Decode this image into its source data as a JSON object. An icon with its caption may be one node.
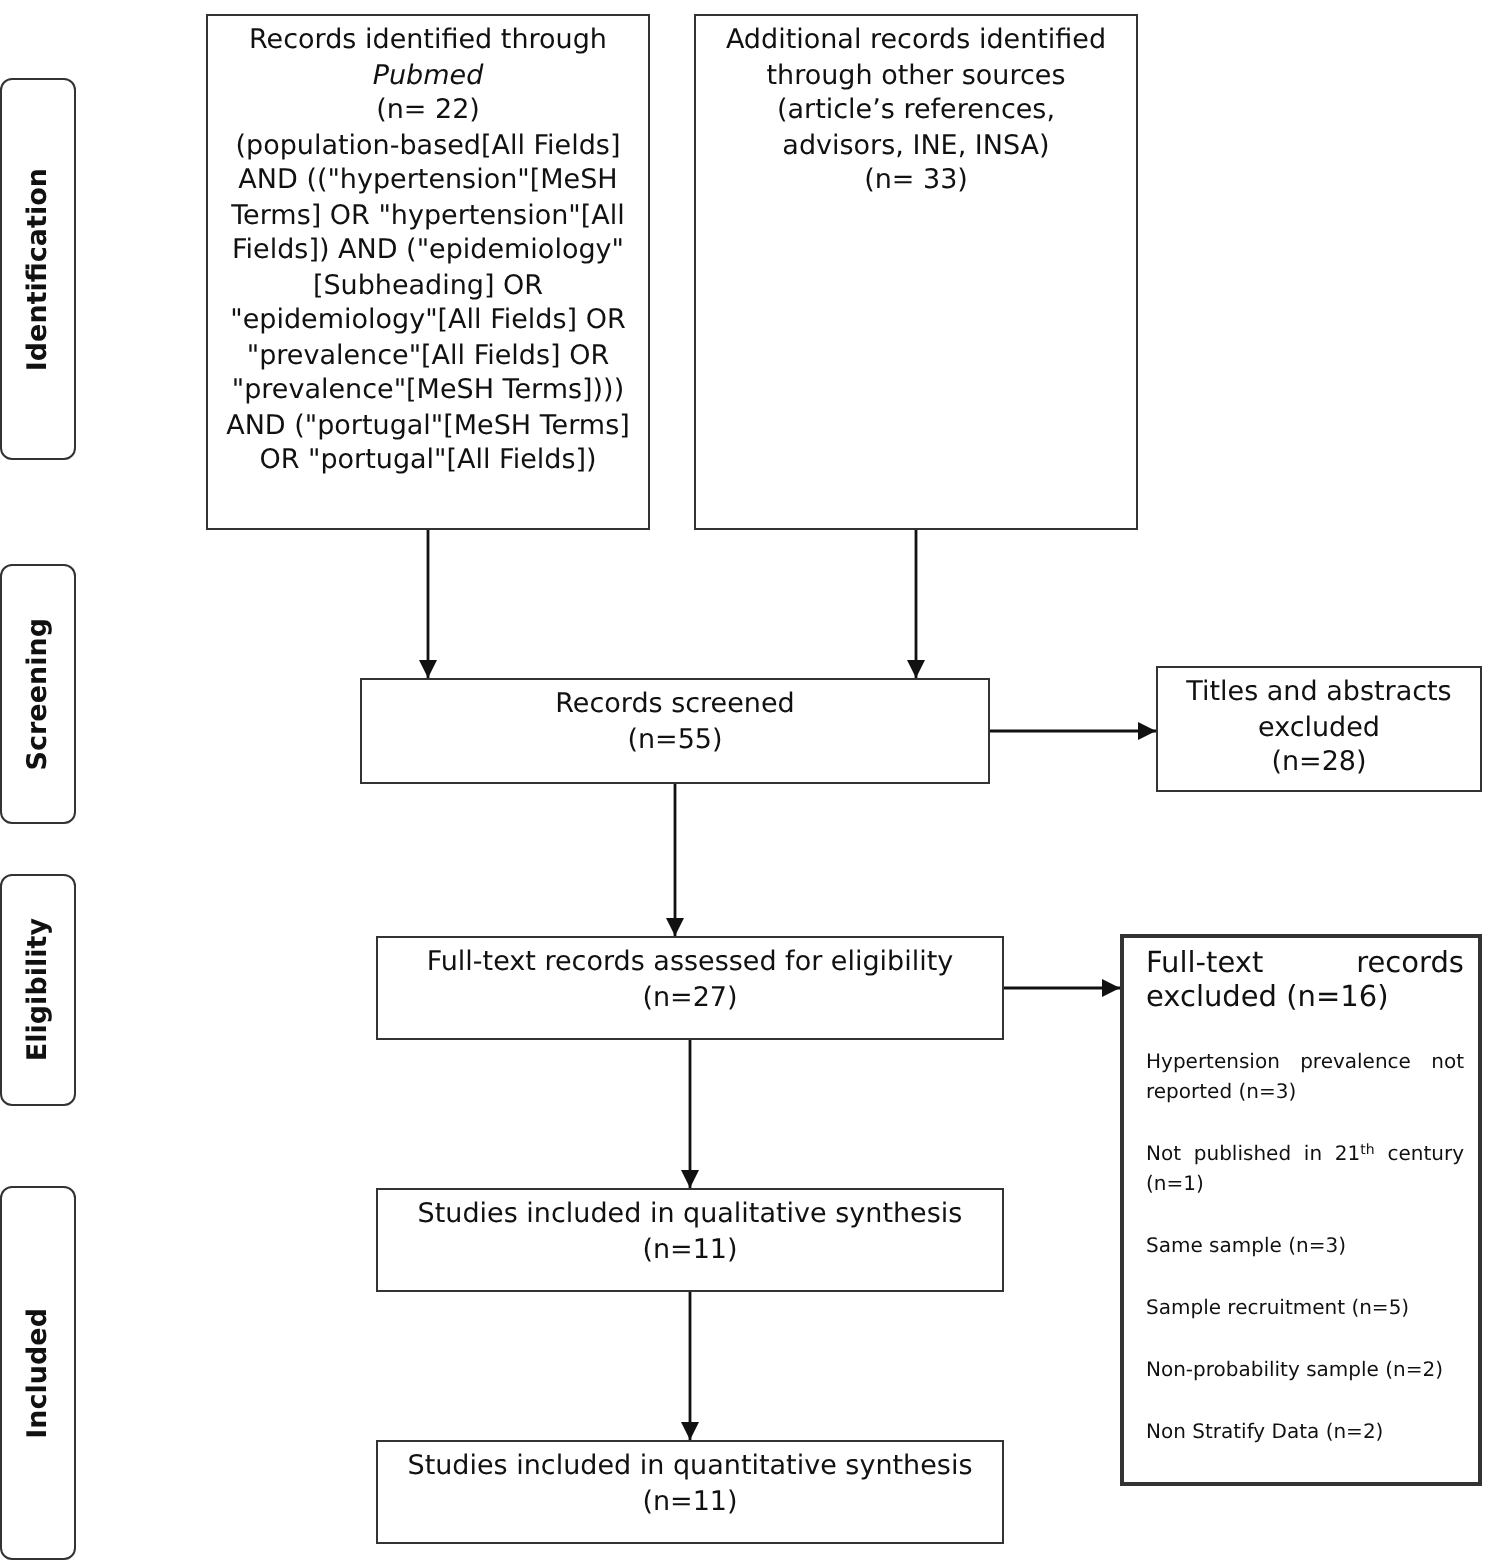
{
  "diagram": {
    "nodes": [
      {
        "text": [
          "Identification"
        ]
      },
      {
        "text": [
          "Records identified through *Pubmed*",
          "(n= 22)",
          "(population-based[All Fields] AND ((\"hypertension\"[MeSH Terms] OR \"hypertension\"[All Fields]) AND (\"epidemiology\"[Subheading] OR \"epidemiology\"[All Fields] OR \"prevalence\"[All Fields] OR \"prevalence\"[MeSH Terms]))) AND (\"portugal\"[MeSH Terms] OR \"portugal\"[All Fields])"
        ]
      },
      {
        "text": [
          "Additional records identified through other sources (article’s references, advisors, INE, INSA)",
          "(n= 33)"
        ]
      },
      {
        "text": [
          "Screening"
        ]
      },
      {
        "text": [
          "Records screened",
          "(n=55)"
        ]
      },
      {
        "text": [
          "Titles and abstracts excluded",
          "(n=28)"
        ]
      },
      {
        "text": [
          "Eligibility"
        ]
      },
      {
        "text": [
          "Full-text records assessed for eligibility",
          "(n=27)"
        ]
      },
      {
        "text": [
          "Full-text records excluded (n=16)",
          "Hypertension prevalence not reported (n=3)",
          "Not published in 21$^{th}$ century (n=1)",
          "Same sample (n=3)",
          "Sample recruitment (n=5)",
          "Non-probability sample (n=2)",
          "Non Stratify Data (n=2)"
        ]
      },
      {
        "text": [
          "Included"
        ]
      },
      {
        "text": [
          "Studies included in qualitative synthesis",
          "(n=11)"
        ]
      },
      {
        "text": [
          "Studies included in quantitative synthesis",
          "(n=11)"
        ]
      }
    ],
    "edges": [
      {
        "from": 1,
        "to": 4,
        "arrow": "to"
      },
      {
        "from": 2,
        "to": 4,
        "arrow": "to"
      },
      {
        "from": 4,
        "to": 5,
        "arrow": "to"
      },
      {
        "from": 4,
        "to": 7,
        "arrow": "to"
      },
      {
        "from": 7,
        "to": 8,
        "arrow": "to"
      },
      {
        "from": 7,
        "to": 10,
        "arrow": "to"
      },
      {
        "from": 10,
        "to": 11,
        "arrow": "to"
      }
    ]
  }
}
